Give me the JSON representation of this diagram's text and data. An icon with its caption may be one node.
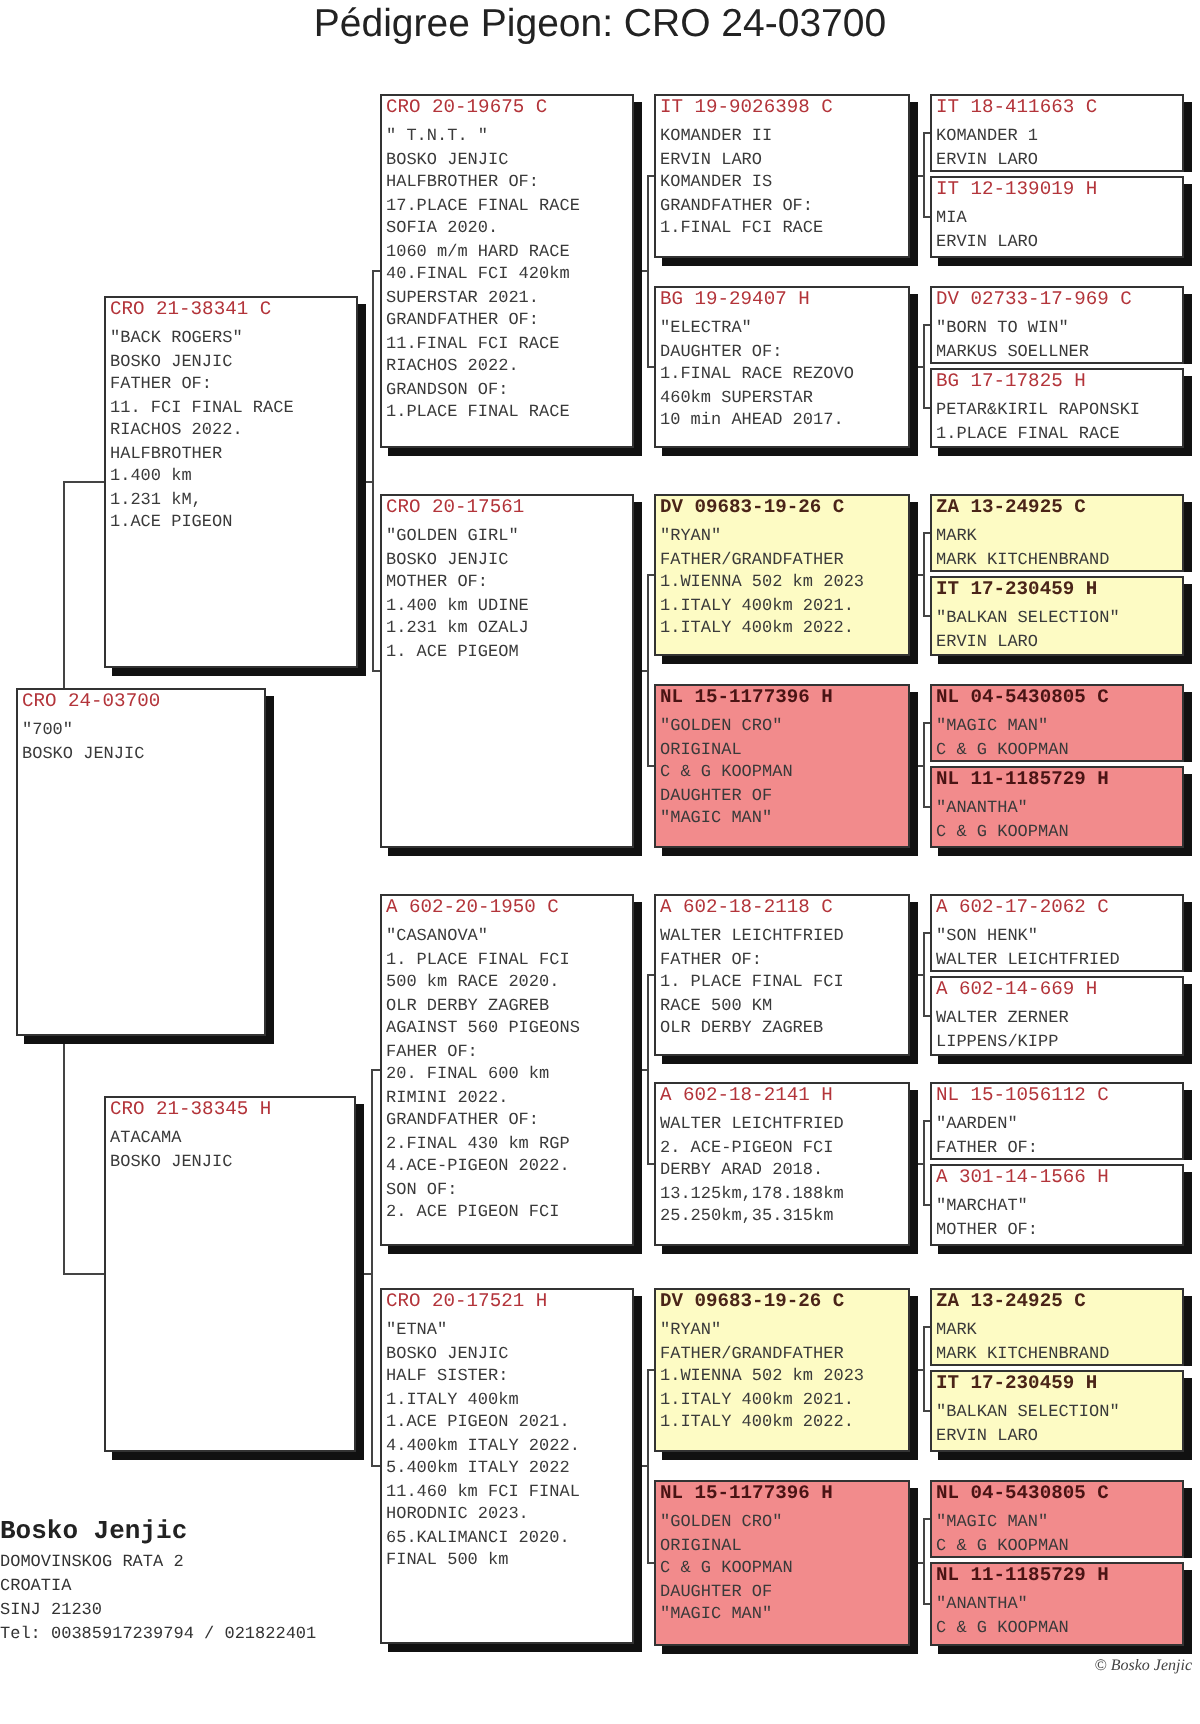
{
  "diagram": {
    "title": "Pédigree Pigeon: CRO 24-03700",
    "nodes": [
      {
        "text": [
          "CRO 24-03700",
          "\"700\"",
          "BOSKO JENJIC"
        ]
      },
      {
        "text": [
          "CRO 21-38341 C",
          "\"BACK ROGERS\"",
          "BOSKO JENJIC",
          "FATHER OF:",
          "11. FCI FINAL RACE",
          "RIACHOS 2022.",
          "HALFBROTHER",
          "1.400 km",
          "1.231 kM,",
          "1.ACE PIGEON"
        ]
      },
      {
        "text": [
          "CRO 21-38345 H",
          "ATACAMA",
          "BOSKO JENJIC"
        ]
      },
      {
        "text": [
          "CRO 20-19675 C",
          "\" T.N.T. \"",
          "BOSKO JENJIC",
          "HALFBROTHER OF:",
          "17.PLACE FINAL RACE",
          "SOFIA 2020.",
          "1060 m/m HARD RACE",
          "40.FINAL FCI 420km",
          "SUPERSTAR 2021.",
          "GRANDFATHER OF:",
          "11.FINAL FCI RACE",
          "RIACHOS 2022.",
          "GRANDSON OF:",
          "1.PLACE FINAL RACE"
        ]
      },
      {
        "text": [
          "CRO 20-17561",
          "\"GOLDEN GIRL\"",
          "BOSKO JENJIC",
          "MOTHER OF:",
          "1.400 km UDINE",
          "1.231 km OZALJ",
          "1. ACE PIGEOM"
        ]
      },
      {
        "text": [
          "A 602-20-1950 C",
          "\"CASANOVA\"",
          "1. PLACE FINAL FCI",
          "500 km RACE 2020.",
          "OLR DERBY ZAGREB",
          "AGAINST 560 PIGEONS",
          "FAHER OF:",
          "20. FINAL 600 km",
          "RIMINI 2022.",
          "GRANDFATHER OF:",
          "2.FINAL 430 km RGP",
          "4.ACE-PIGEON 2022.",
          "SON OF:",
          "2. ACE PIGEON FCI"
        ]
      },
      {
        "text": [
          "CRO 20-17521 H",
          "\"ETNA\"",
          "BOSKO JENJIC",
          "HALF SISTER:",
          "1.ITALY 400km",
          "1.ACE PIGEON 2021.",
          "4.400km ITALY 2022.",
          "5.400km ITALY 2022",
          "11.460 km FCI FINAL",
          "HORODNIC 2023.",
          "65.KALIMANCI 2020.",
          "FINAL 500 km"
        ]
      },
      {
        "text": [
          "IT 19-9026398 C",
          "KOMANDER II",
          "ERVIN LARO",
          "KOMANDER IS",
          "GRANDFATHER OF:",
          "1.FINAL FCI RACE"
        ]
      },
      {
        "text": [
          "BG 19-29407 H",
          "\"ELECTRA\"",
          "DAUGHTER OF:",
          "1.FINAL RACE REZOVO",
          "460km SUPERSTAR",
          "10 min AHEAD 2017."
        ]
      },
      {
        "text": [
          "DV 09683-19-26 C",
          "\"RYAN\"",
          "FATHER/GRANDFATHER",
          "1.WIENNA 502 km 2023",
          "1.ITALY 400km 2021.",
          "1.ITALY 400km 2022."
        ]
      },
      {
        "text": [
          "NL 15-1177396 H",
          "\"GOLDEN CRO\"",
          "ORIGINAL",
          "C & G KOOPMAN",
          "DAUGHTER OF",
          "\"MAGIC MAN\""
        ]
      },
      {
        "text": [
          "A 602-18-2118 C",
          "WALTER LEICHTFRIED",
          "FATHER OF:",
          "1. PLACE FINAL FCI",
          "RACE 500 KM",
          "OLR DERBY ZAGREB"
        ]
      },
      {
        "text": [
          "A 602-18-2141 H",
          "WALTER LEICHTFRIED",
          "2. ACE-PIGEON FCI",
          "DERBY ARAD 2018.",
          "13.125km,178.188km",
          "25.250km,35.315km"
        ]
      },
      {
        "text": [
          "DV 09683-19-26 C",
          "\"RYAN\"",
          "FATHER/GRANDFATHER",
          "1.WIENNA 502 km 2023",
          "1.ITALY 400km 2021.",
          "1.ITALY 400km 2022."
        ]
      },
      {
        "text": [
          "NL 15-1177396 H",
          "\"GOLDEN CRO\"",
          "ORIGINAL",
          "C & G KOOPMAN",
          "DAUGHTER OF",
          "\"MAGIC MAN\""
        ]
      },
      {
        "text": [
          "IT 18-411663 C",
          "KOMANDER 1",
          "ERVIN LARO"
        ]
      },
      {
        "text": [
          "IT 12-139019 H",
          "MIA",
          "ERVIN LARO"
        ]
      },
      {
        "text": [
          "DV 02733-17-969 C",
          "\"BORN TO WIN\"",
          "MARKUS SOELLNER"
        ]
      },
      {
        "text": [
          "BG 17-17825 H",
          "PETAR&KIRIL RAPONSKI",
          "1.PLACE FINAL RACE"
        ]
      },
      {
        "text": [
          "ZA 13-24925 C",
          "MARK",
          "MARK KITCHENBRAND"
        ]
      },
      {
        "text": [
          "IT 17-230459 H",
          "\"BALKAN SELECTION\"",
          "ERVIN LARO"
        ]
      },
      {
        "text": [
          "NL 04-5430805 C",
          "\"MAGIC MAN\"",
          "C & G KOOPMAN"
        ]
      },
      {
        "text": [
          "NL 11-1185729 H",
          "\"ANANTHA\"",
          "C & G KOOPMAN"
        ]
      },
      {
        "text": [
          "A 602-17-2062 C",
          "\"SON HENK\"",
          "WALTER LEICHTFRIED"
        ]
      },
      {
        "text": [
          "A 602-14-669 H",
          "WALTER ZERNER",
          "LIPPENS/KIPP"
        ]
      },
      {
        "text": [
          "NL 15-1056112 C",
          "\"AARDEN\"",
          "FATHER OF:"
        ]
      },
      {
        "text": [
          "A 301-14-1566 H",
          "\"MARCHAT\"",
          "MOTHER OF:"
        ]
      },
      {
        "text": [
          "ZA 13-24925 C",
          "MARK",
          "MARK KITCHENBRAND"
        ]
      },
      {
        "text": [
          "IT 17-230459 H",
          "\"BALKAN SELECTION\"",
          "ERVIN LARO"
        ]
      },
      {
        "text": [
          "NL 04-5430805 C",
          "\"MAGIC MAN\"",
          "C & G KOOPMAN"
        ]
      },
      {
        "text": [
          "NL 11-1185729 H",
          "\"ANANTHA\"",
          "C & G KOOPMAN"
        ]
      }
    ],
    "edges": [
      {
        "from": 0,
        "to": 1,
        "arrow": "none"
      },
      {
        "from": 0,
        "to": 2,
        "arrow": "none"
      },
      {
        "from": 1,
        "to": 3,
        "arrow": "none"
      },
      {
        "from": 1,
        "to": 4,
        "arrow": "none"
      },
      {
        "from": 2,
        "to": 5,
        "arrow": "none"
      },
      {
        "from": 2,
        "to": 6,
        "arrow": "none"
      },
      {
        "from": 3,
        "to": 7,
        "arrow": "none"
      },
      {
        "from": 3,
        "to": 8,
        "arrow": "none"
      },
      {
        "from": 4,
        "to": 9,
        "arrow": "none"
      },
      {
        "from": 4,
        "to": 10,
        "arrow": "none"
      },
      {
        "from": 5,
        "to": 11,
        "arrow": "none"
      },
      {
        "from": 5,
        "to": 12,
        "arrow": "none"
      },
      {
        "from": 6,
        "to": 13,
        "arrow": "none"
      },
      {
        "from": 6,
        "to": 14,
        "arrow": "none"
      },
      {
        "from": 7,
        "to": 15,
        "arrow": "none"
      },
      {
        "from": 7,
        "to": 16,
        "arrow": "none"
      },
      {
        "from": 8,
        "to": 17,
        "arrow": "none"
      },
      {
        "from": 8,
        "to": 18,
        "arrow": "none"
      },
      {
        "from": 9,
        "to": 19,
        "arrow": "none"
      },
      {
        "from": 9,
        "to": 20,
        "arrow": "none"
      },
      {
        "from": 10,
        "to": 21,
        "arrow": "none"
      },
      {
        "from": 10,
        "to": 22,
        "arrow": "none"
      },
      {
        "from": 11,
        "to": 23,
        "arrow": "none"
      },
      {
        "from": 11,
        "to": 24,
        "arrow": "none"
      },
      {
        "from": 12,
        "to": 25,
        "arrow": "none"
      },
      {
        "from": 12,
        "to": 26,
        "arrow": "none"
      },
      {
        "from": 13,
        "to": 27,
        "arrow": "none"
      },
      {
        "from": 13,
        "to": 28,
        "arrow": "none"
      },
      {
        "from": 14,
        "to": 29,
        "arrow": "none"
      },
      {
        "from": 14,
        "to": 30,
        "arrow": "none"
      }
    ],
    "labels": [
      "Bosko Jenjic",
      "DOMOVINSKOG RATA 2",
      "CROATIA",
      "SINJ 21230",
      "Tel: 00385917239794 / 021822401",
      "© Bosko Jenjic"
    ]
  }
}
